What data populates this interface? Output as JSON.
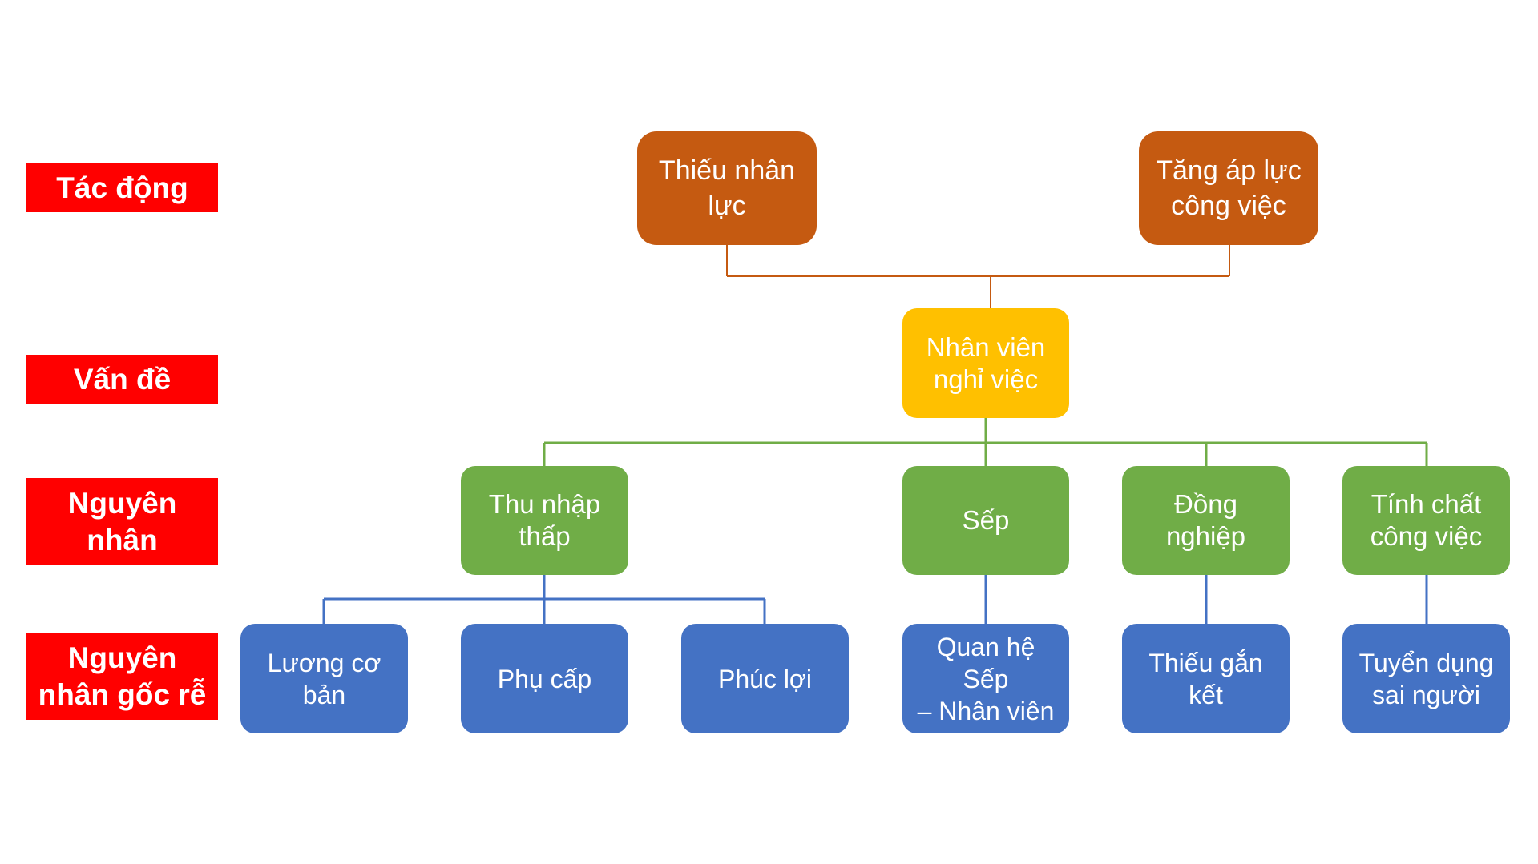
{
  "row_labels": {
    "impact": "Tác động",
    "problem": "Vấn đề",
    "cause": "Nguyên\nnhân",
    "root_cause": "Nguyên\nnhân gốc rễ"
  },
  "impacts": [
    {
      "text": "Thiếu nhân\nlực"
    },
    {
      "text": "Tăng áp lực\ncông việc"
    }
  ],
  "problem": {
    "text": "Nhân viên\nnghỉ việc"
  },
  "causes": [
    {
      "text": "Thu nhập\nthấp"
    },
    {
      "text": "Sếp"
    },
    {
      "text": "Đồng nghiệp"
    },
    {
      "text": "Tính chất\ncông việc"
    }
  ],
  "root_causes": [
    {
      "text": "Lương cơ\nbản"
    },
    {
      "text": "Phụ cấp"
    },
    {
      "text": "Phúc lợi"
    },
    {
      "text": "Quan hệ Sếp\n– Nhân viên"
    },
    {
      "text": "Thiếu gắn\nkết"
    },
    {
      "text": "Tuyển dụng\nsai người"
    }
  ],
  "colors": {
    "label_bg": "#ff0000",
    "impact": "#c55a11",
    "problem": "#ffc000",
    "cause": "#70ad47",
    "root_cause": "#4472c4"
  }
}
